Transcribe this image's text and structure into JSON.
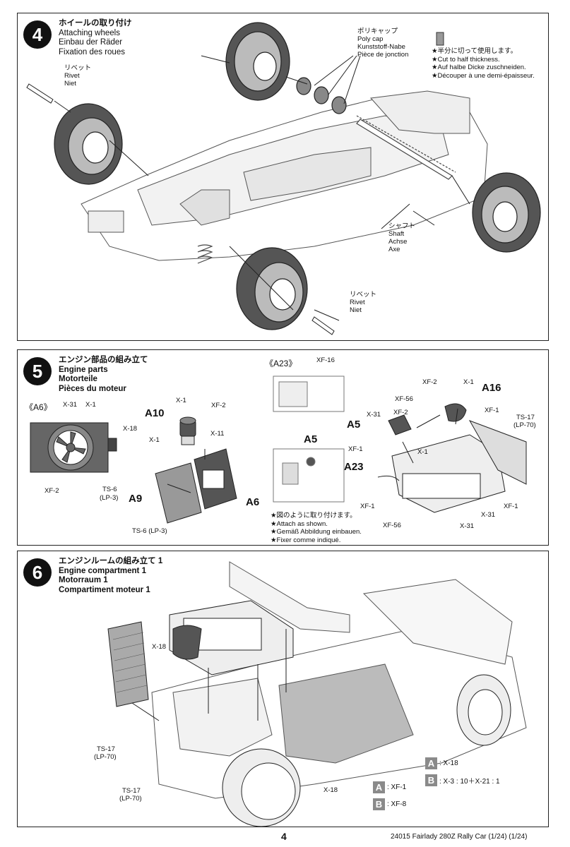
{
  "step4": {
    "number": "4",
    "title_jp": "ホイールの取り付け",
    "title_en": "Attaching wheels",
    "title_de": "Einbau der Räder",
    "title_fr": "Fixation des roues",
    "rivet_top": {
      "jp": "リベット",
      "en": "Rivet",
      "de": "Niet"
    },
    "rivet_bottom": {
      "jp": "リベット",
      "en": "Rivet",
      "de": "Niet"
    },
    "polycap": {
      "jp": "ポリキャップ",
      "en": "Poly cap",
      "de": "Kunststoff-Nabe",
      "fr": "Pièce de jonction"
    },
    "shaft": {
      "jp": "シャフト",
      "en": "Shaft",
      "de": "Achse",
      "fr": "Axe"
    },
    "cut_note": [
      "★半分に切って使用します。",
      "★Cut to half thickness.",
      "★Auf halbe Dicke zuschneiden.",
      "★Découper à une demi-épaisseur."
    ]
  },
  "step5": {
    "number": "5",
    "title_jp": "エンジン部品の組み立て",
    "title_en": "Engine parts",
    "title_de": "Motorteile",
    "title_fr": "Pièces du moteur",
    "a6_ref": "《A6》",
    "a23_ref": "《A23》",
    "labels": {
      "x31_a": "X-31",
      "x1_a": "X-1",
      "x18_a": "X-18",
      "xf2_a": "XF-2",
      "ts6_a": "TS-6",
      "lp3_a": "(LP-3)",
      "a10": "A10",
      "x1_b": "X-1",
      "xf2_b": "XF-2",
      "x1_c": "X-1",
      "x11": "X-11",
      "a9": "A9",
      "a6": "A6",
      "ts6_b": "TS-6 (LP-3)",
      "xf16": "XF-16",
      "a5_top": "A5",
      "xf2_c": "XF-2",
      "x1_d": "X-1",
      "a16": "A16",
      "xf56_a": "XF-56",
      "x31_b": "X-31",
      "xf2_d": "XF-2",
      "xf1_a": "XF-1",
      "ts17": "TS-17",
      "lp70": "(LP-70)",
      "a5": "A5",
      "xf1_b": "XF-1",
      "x1_e": "X-1",
      "a23": "A23",
      "xf1_c": "XF-1",
      "xf1_d": "XF-1",
      "xf56_b": "XF-56",
      "x31_c": "X-31",
      "x31_d": "X-31"
    },
    "attach_note": [
      "★図のように取り付けます。",
      "★Attach as shown.",
      "★Gemäß Abbildung einbauen.",
      "★Fixer comme indiqué."
    ]
  },
  "step6": {
    "number": "6",
    "title_jp": "エンジンルームの組み立て 1",
    "title_en": "Engine compartment 1",
    "title_de": "Motorraum 1",
    "title_fr": "Compartiment moteur 1",
    "labels": {
      "x18_a": "X-18",
      "ts17_a": "TS-17",
      "lp70_a": "(LP-70)",
      "ts17_b": "TS-17",
      "lp70_b": "(LP-70)",
      "x18_b": "X-18"
    },
    "legend": [
      {
        "key": "A",
        "value": ": X-18"
      },
      {
        "key": "B",
        "value": ": X-3 : 10＋X-21 : 1"
      },
      {
        "key": "A",
        "value": ": XF-1"
      },
      {
        "key": "B",
        "value": ": XF-8"
      }
    ]
  },
  "footer": {
    "page": "4",
    "code": "24015 Fairlady 280Z Rally Car (1/24) (1/24)"
  }
}
